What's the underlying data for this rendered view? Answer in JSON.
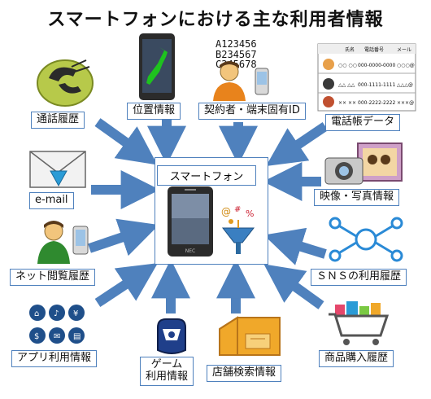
{
  "title": "スマートフォンにおける主な利用者情報",
  "center_label": "スマートフォン",
  "phone_brand": "NEC",
  "id_lines": [
    "A123456",
    "B234567",
    "C345678"
  ],
  "phonebook": {
    "headers": [
      "氏名",
      "電話番号",
      "メール"
    ],
    "rows": [
      [
        "○○ ○○",
        "000-0000-0000",
        "○○○@"
      ],
      [
        "△△ △△",
        "000-1111-1111",
        "△△△@"
      ],
      [
        "×× ××",
        "000-2222-2222",
        "×××@"
      ]
    ]
  },
  "items": {
    "call_history": "通話履歴",
    "location": "位置情報",
    "contract": "契約者・端末固有ID",
    "phonebook": "電話帳データ",
    "email": "e-mail",
    "media": "映像・写真情報",
    "browsing": "ネット閲覧履歴",
    "sns": "ＳＮＳの利用履歴",
    "app_usage": "アプリ利用情報",
    "game_usage_line1": "ゲーム",
    "game_usage_line2": "利用情報",
    "store_search": "店舗検索情報",
    "purchase": "商品購入履歴"
  },
  "colors": {
    "arrow": "#4f81bd",
    "border": "#4f81bd",
    "phone_body": "#2b2b2b",
    "phone_screen": "#5a6a80"
  }
}
